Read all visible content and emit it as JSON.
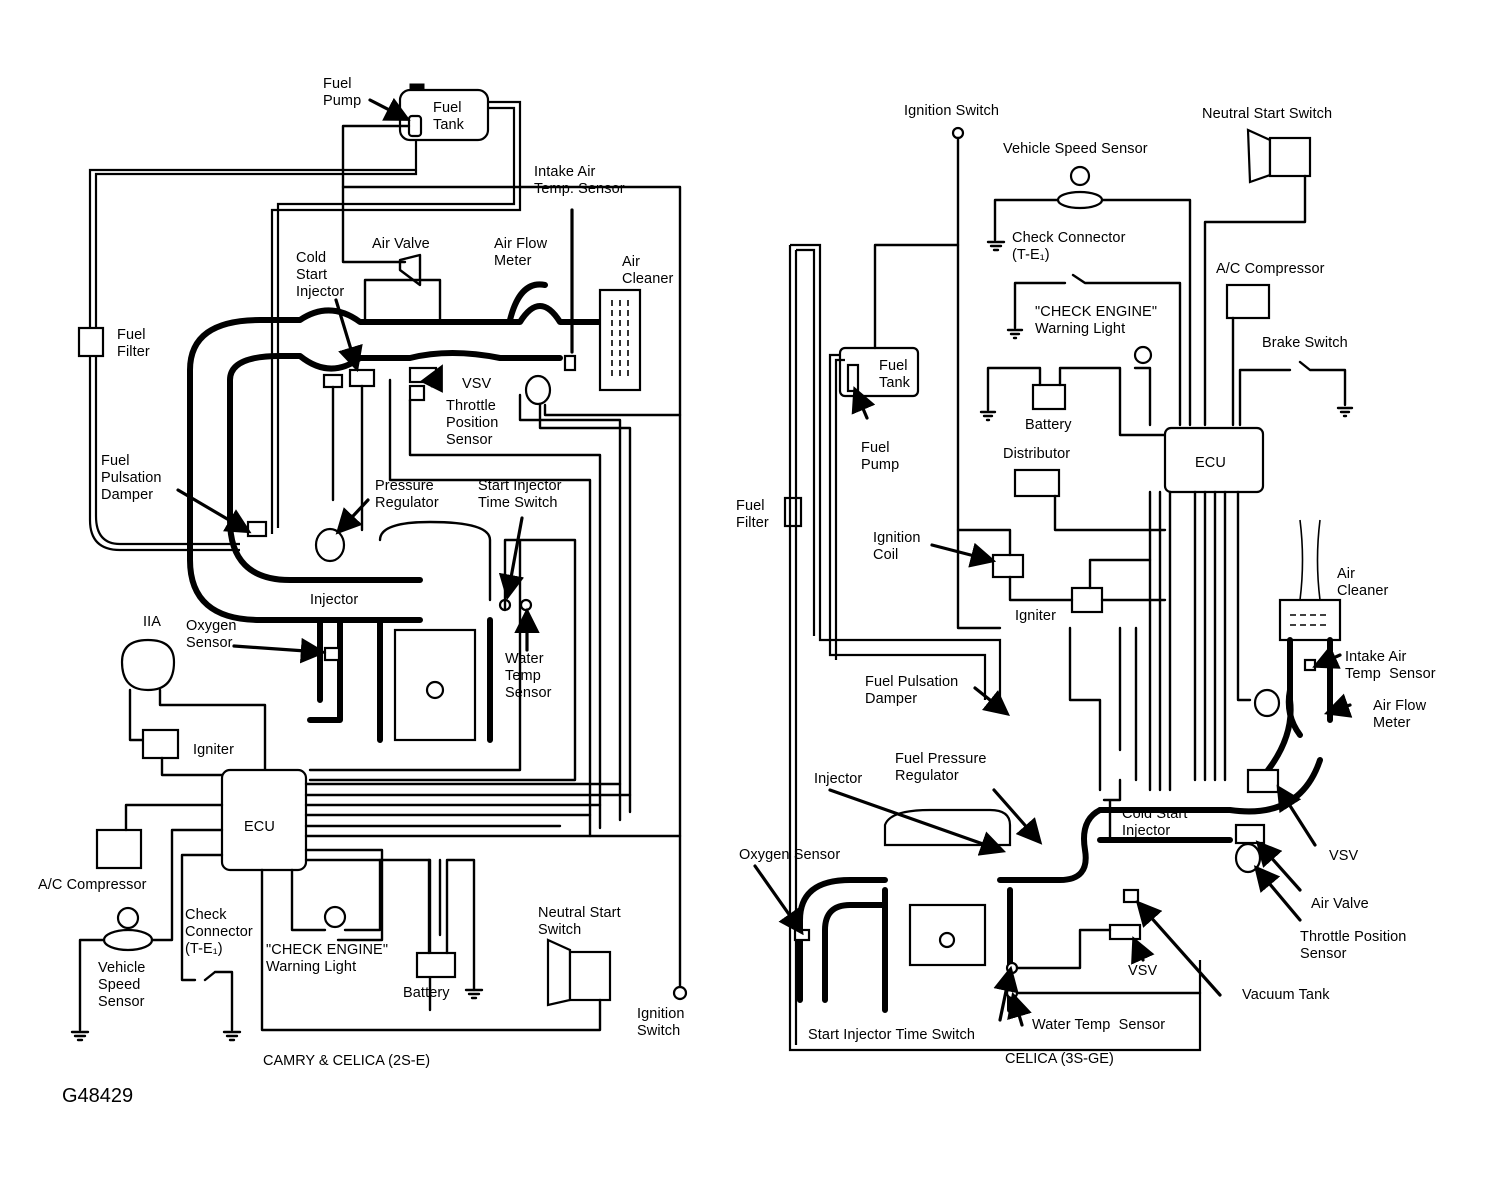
{
  "figure_code": "G48429",
  "left_diagram": {
    "caption": "CAMRY & CELICA (2S-E)",
    "labels": {
      "fuel_pump": "Fuel\nPump",
      "fuel_tank": "Fuel\nTank",
      "intake_air_temp_sensor": "Intake Air\nTemp. Sensor",
      "air_valve": "Air Valve",
      "air_flow_meter": "Air Flow\nMeter",
      "air_cleaner": "Air\nCleaner",
      "cold_start_injector": "Cold\nStart\nInjector",
      "fuel_filter": "Fuel\nFilter",
      "vsv": "VSV",
      "throttle_position_sensor": "Throttle\nPosition\nSensor",
      "fuel_pulsation_damper": "Fuel\nPulsation\nDamper",
      "pressure_regulator": "Pressure\nRegulator",
      "start_injector_time_switch": "Start Injector\nTime Switch",
      "injector": "Injector",
      "iia": "IIA",
      "oxygen_sensor": "Oxygen\nSensor",
      "water_temp_sensor": "Water\nTemp\nSensor",
      "igniter": "Igniter",
      "ecu": "ECU",
      "ac_compressor": "A/C Compressor",
      "check_connector": "Check\nConnector\n(T-E₁)",
      "vehicle_speed_sensor": "Vehicle\nSpeed\nSensor",
      "check_engine_light": "\"CHECK ENGINE\"\nWarning Light",
      "battery": "Battery",
      "neutral_start_switch": "Neutral Start\nSwitch",
      "ignition_switch": "Ignition\nSwitch"
    }
  },
  "right_diagram": {
    "caption": "CELICA (3S-GE)",
    "labels": {
      "ignition_switch": "Ignition Switch",
      "neutral_start_switch": "Neutral Start Switch",
      "vehicle_speed_sensor": "Vehicle Speed Sensor",
      "check_connector": "Check Connector\n(T-E₁)",
      "ac_compressor": "A/C Compressor",
      "check_engine_light": "\"CHECK ENGINE\"\nWarning Light",
      "brake_switch": "Brake Switch",
      "fuel_tank": "Fuel\nTank",
      "battery": "Battery",
      "ecu": "ECU",
      "fuel_pump": "Fuel\nPump",
      "distributor": "Distributor",
      "fuel_filter": "Fuel\nFilter",
      "ignition_coil": "Ignition\nCoil",
      "igniter": "Igniter",
      "air_cleaner": "Air\nCleaner",
      "intake_air_temp_sensor": "Intake Air\nTemp  Sensor",
      "air_flow_meter": "Air Flow\nMeter",
      "fuel_pulsation_damper": "Fuel Pulsation\nDamper",
      "fuel_pressure_regulator": "Fuel Pressure\nRegulator",
      "injector": "Injector",
      "cold_start_injector": "Cold Start\nInjector",
      "vsv_upper": "VSV",
      "oxygen_sensor": "Oxygen Sensor",
      "air_valve": "Air Valve",
      "throttle_position_sensor": "Throttle Position\nSensor",
      "vsv_lower": "VSV",
      "vacuum_tank": "Vacuum Tank",
      "water_temp_sensor": "Water Temp  Sensor",
      "start_injector_time_switch": "Start Injector Time Switch"
    }
  }
}
